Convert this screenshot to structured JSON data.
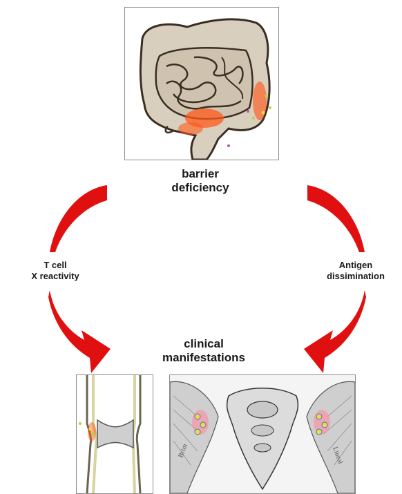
{
  "labels": {
    "top": [
      "barrier",
      "deficiency"
    ],
    "left": [
      "T cell",
      "X reactivity"
    ],
    "right": [
      "Antigen",
      "dissimination"
    ],
    "bottom": [
      "clinical",
      "manifestations"
    ]
  },
  "panels": {
    "intestine": "colon-illustration",
    "joint": "joint-illustration",
    "pelvis": "pelvis-illustration",
    "pelvis_text_left": "Brim",
    "pelvis_text_right": "Lineal"
  },
  "colors": {
    "arrow": "#e01010",
    "inflammation": "#ff5a1a",
    "intestine": "#d9cfbf",
    "frame": "#8a8a8a"
  }
}
